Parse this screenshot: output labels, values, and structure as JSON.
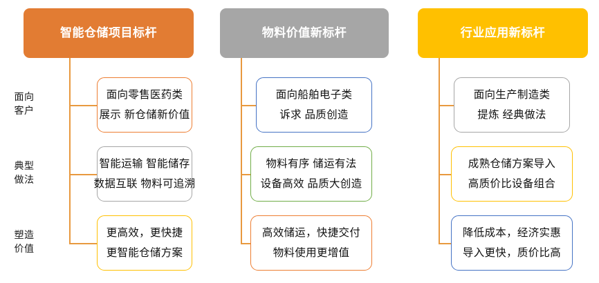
{
  "diagram": {
    "title_row_labels": [
      {
        "name": "row-label-customer",
        "lines": [
          "面向",
          "客户"
        ]
      },
      {
        "name": "row-label-practice",
        "lines": [
          "典型",
          "做法"
        ]
      },
      {
        "name": "row-label-value",
        "lines": [
          "塑造",
          "价值"
        ]
      }
    ],
    "columns": [
      {
        "key": "col1",
        "header": "智能仓储项目标杆",
        "header_color": "#E27C33",
        "cells": [
          {
            "name": "cell-col1-customer",
            "border_color": "#ED7D31",
            "lines": [
              "面向零售医药类",
              "展示 新仓储新价值"
            ]
          },
          {
            "name": "cell-col1-practice",
            "border_color": "#A5A5A5",
            "lines": [
              "智能运输  智能储存",
              "数据互联 物料可追溯"
            ]
          },
          {
            "name": "cell-col1-value",
            "border_color": "#FFC000",
            "lines": [
              "更高效，更快捷",
              "更智能仓储方案"
            ]
          }
        ]
      },
      {
        "key": "col2",
        "header": "物料价值新标杆",
        "header_color": "#A6A6A6",
        "cells": [
          {
            "name": "cell-col2-customer",
            "border_color": "#4472C4",
            "lines": [
              "面向船舶电子类",
              "诉求 品质创造"
            ]
          },
          {
            "name": "cell-col2-practice",
            "border_color": "#70AD47",
            "lines": [
              "物料有序  储运有法",
              "设备高效 品质大创造"
            ]
          },
          {
            "name": "cell-col2-value",
            "border_color": "#ED7D31",
            "lines": [
              "高效储运，快捷交付",
              "物料使用更增值"
            ]
          }
        ]
      },
      {
        "key": "col3",
        "header": "行业应用新标杆",
        "header_color": "#FFC000",
        "cells": [
          {
            "name": "cell-col3-customer",
            "border_color": "#A5A5A5",
            "lines": [
              "面向生产制造类",
              "提炼 经典做法"
            ]
          },
          {
            "name": "cell-col3-practice",
            "border_color": "#FFC000",
            "lines": [
              "成熟仓储方案导入",
              "高质价比设备组合"
            ]
          },
          {
            "name": "cell-col3-value",
            "border_color": "#4472C4",
            "lines": [
              "降低成本，经济实惠",
              "导入更快，质价比高"
            ]
          }
        ]
      }
    ],
    "connector_color": "#E8993F"
  }
}
